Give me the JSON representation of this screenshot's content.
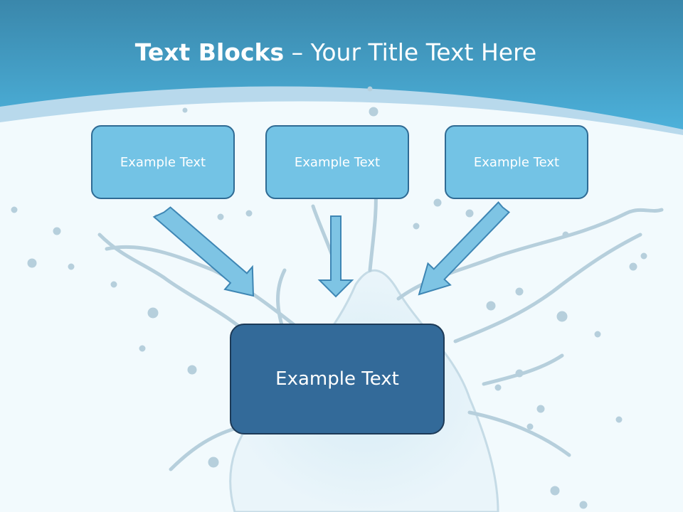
{
  "slide": {
    "title_bold": "Text Blocks",
    "title_sep": " – ",
    "title_rest": "Your Title Text Here"
  },
  "blocks": {
    "top": [
      {
        "label": "Example Text"
      },
      {
        "label": "Example Text"
      },
      {
        "label": "Example Text"
      }
    ],
    "main": {
      "label": "Example Text"
    }
  },
  "colors": {
    "header": "#3aa0cc",
    "header_light": "#58b8e0",
    "band": "#b8d9ec",
    "background": "#f2fafd",
    "small_box_fill": "#73c3e5",
    "small_box_border": "#2f6b94",
    "main_box_fill": "#336a99",
    "main_box_border": "#1d3a57",
    "arrow_fill": "#7ec4e4",
    "arrow_stroke": "#3e86b4",
    "splash": "#b6cfdc"
  }
}
